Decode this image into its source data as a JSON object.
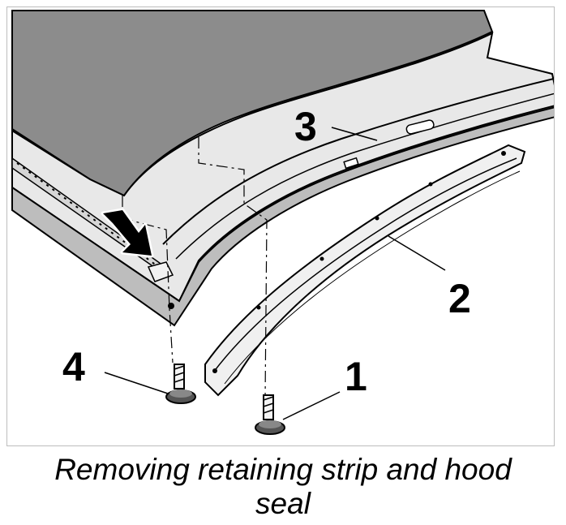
{
  "figure": {
    "callouts": {
      "one": "1",
      "two": "2",
      "three": "3",
      "four": "4"
    },
    "colors": {
      "hood_skin": "#8c8c8c",
      "panel_light": "#e8e8e8",
      "panel_shadow": "#bdbdbd",
      "outline": "#000000",
      "arrow_fill": "#000000",
      "arrow_halo": "#ffffff"
    },
    "icons": {
      "arrow": "pointer-arrow-icon",
      "screw": "screw-icon"
    }
  },
  "caption": {
    "line1": "Removing retaining strip and hood",
    "line2": "seal"
  }
}
